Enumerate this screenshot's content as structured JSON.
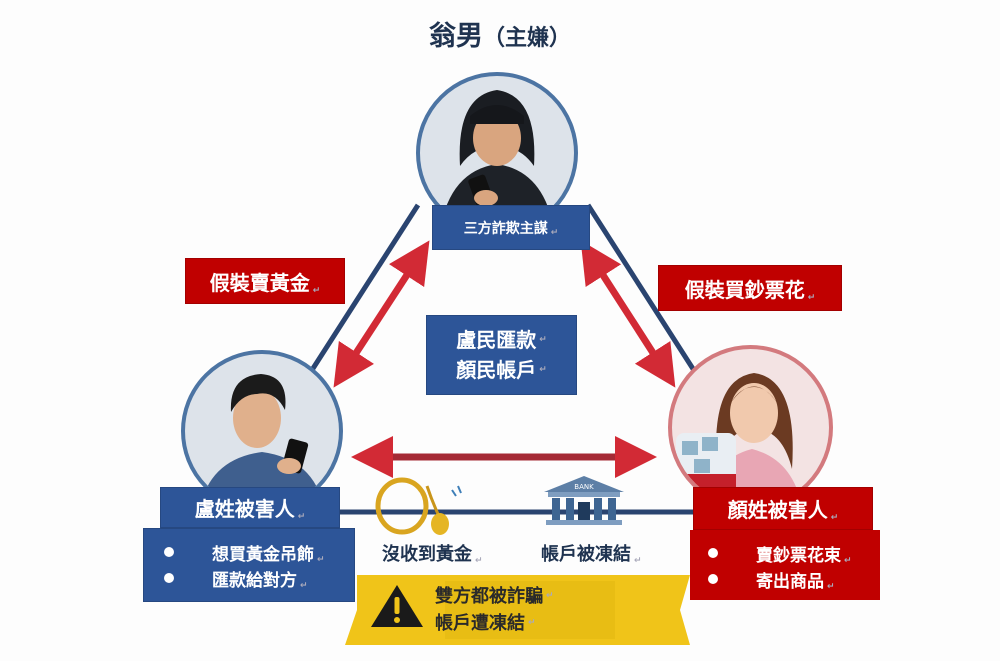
{
  "title": {
    "name": "翁男",
    "role": "（主嫌）"
  },
  "mastermind_label": "三方詐欺主謀",
  "left_action": "假裝賣黃金",
  "right_action": "假裝買鈔票花",
  "center_box": {
    "line1": "盧民匯款",
    "line2": "顏民帳戶"
  },
  "left_victim": {
    "name": "盧姓被害人",
    "bullets": [
      "想買黃金吊飾",
      "匯款給對方"
    ]
  },
  "right_victim": {
    "name": "顏姓被害人",
    "bullets": [
      "賣鈔票花束",
      "寄出商品"
    ]
  },
  "gold_caption": "沒收到黃金",
  "bank_caption": "帳戶被凍結",
  "bank_sign": "BANK",
  "warning": {
    "line1": "雙方都被詐騙",
    "line2": "帳戶遭凍結"
  },
  "colors": {
    "blue": "#2d5598",
    "red": "#c00000",
    "navy_line": "#2a4470",
    "yellow": "#f0c419"
  }
}
